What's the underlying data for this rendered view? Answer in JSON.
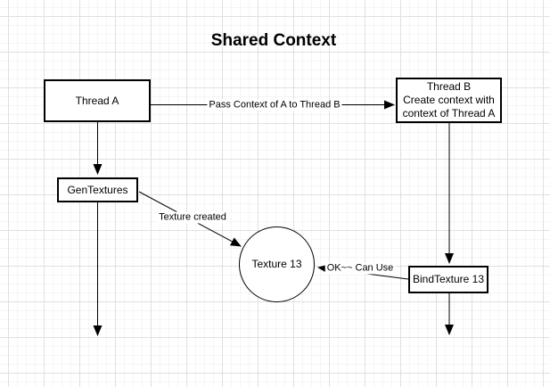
{
  "title": "Shared Context",
  "nodes": {
    "thread_a": {
      "label": "Thread A"
    },
    "thread_b": {
      "lines": [
        "Thread B",
        "Create context with",
        "context of Thread A"
      ]
    },
    "gen_textures": {
      "label": "GenTextures"
    },
    "texture_13": {
      "label": "Texture 13"
    },
    "bind_texture": {
      "label": "BindTexture 13"
    }
  },
  "edges": {
    "pass_context": {
      "label": "Pass Context of A to Thread B"
    },
    "texture_created": {
      "label": "Texture created"
    },
    "ok_can_use": {
      "label": "OK~~ Can Use"
    }
  },
  "colors": {
    "stroke": "#000000",
    "node_fill": "#ffffff",
    "grid_major": "#e0e0e0",
    "grid_minor": "#f5f5f5",
    "background": "#ffffff"
  }
}
